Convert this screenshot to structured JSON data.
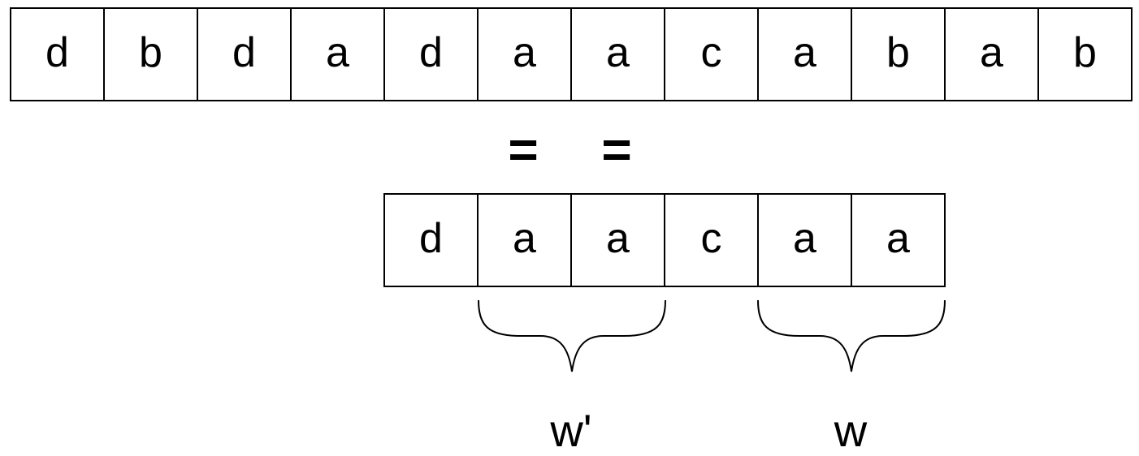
{
  "top_sequence": [
    "d",
    "b",
    "d",
    "a",
    "d",
    "a",
    "a",
    "c",
    "a",
    "b",
    "a",
    "b"
  ],
  "bottom_sequence": [
    "d",
    "a",
    "a",
    "c",
    "a",
    "a"
  ],
  "equals_marks": [
    "=",
    "="
  ],
  "brace_labels": {
    "w_prime": "w'",
    "w": "w"
  }
}
